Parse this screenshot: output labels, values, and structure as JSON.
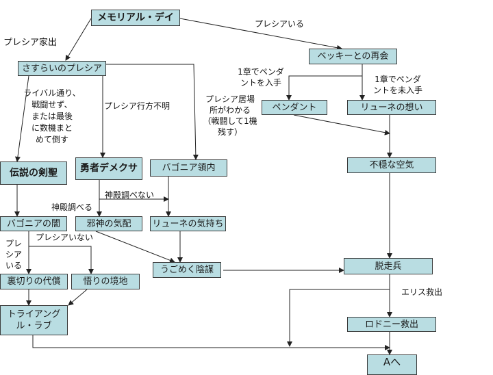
{
  "nodes": {
    "memorial_day": "メモリアル・デイ",
    "wandering_presea": "さすらいのプレシア",
    "becky_reunion": "ベッキーとの再会",
    "pendant": "ペンダント",
    "ryune_thoughts": "リューネの想い",
    "legendary_swordmaster": "伝説の剣聖",
    "hero_demekusa": "勇者デメクサ",
    "bagonia_territory": "バゴニア領内",
    "unrest": "不穏な空気",
    "bagonia_darkness": "バゴニアの闇",
    "evil_god_presence": "邪神の気配",
    "ryune_feelings": "リューネの気持ち",
    "conspiracy": "うごめく陰謀",
    "deserter": "脱走兵",
    "price_of_betrayal": "裏切りの代償",
    "enlightenment": "悟りの境地",
    "triangle_love": "トライアング\nル・ラブ",
    "rodney_rescue": "ロドニー救出",
    "to_a": "Aへ"
  },
  "labels": {
    "presea_leaves_home": "プレシア家出",
    "presea_present": "プレシアいる",
    "rival_route": "ライバル通り、\n戦闘せず、\nまたは最後\nに数機まと\nめて倒す",
    "presea_missing": "プレシア行方不明",
    "pendant_obtained": "1章でペンダ\nントを入手",
    "presea_location_known": "プレシア居場\n所がわかる\n（戦闘して1機\n残す）",
    "pendant_not_obtained": "1章でペンダ\nントを未入手",
    "temple_not_searched": "神殿調べない",
    "temple_searched": "神殿調べる",
    "presea_absent": "プレシアいない",
    "presea_present_left": "プレ\nシア\nいる",
    "ellis_rescue": "エリス救出"
  },
  "colors": {
    "node_fill": "#b9dde2",
    "node_border": "#3a3a3a",
    "edge": "#222222"
  }
}
